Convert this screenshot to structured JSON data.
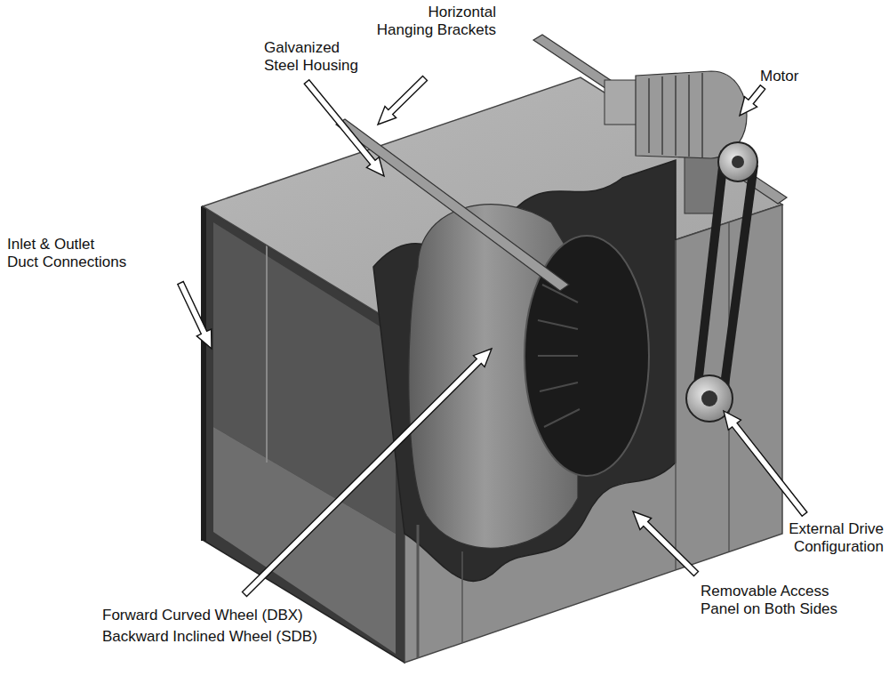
{
  "diagram": {
    "labels": [
      "Horizontal Hanging Brackets",
      "Galvanized Steel Housing",
      "Motor",
      "Inlet & Outlet Duct Connections",
      "External Drive Configuration",
      "Removable Access Panel on Both Sides",
      "Forward Curved Wheel (DBX)",
      "Backward Inclined Wheel (SDB)"
    ]
  }
}
